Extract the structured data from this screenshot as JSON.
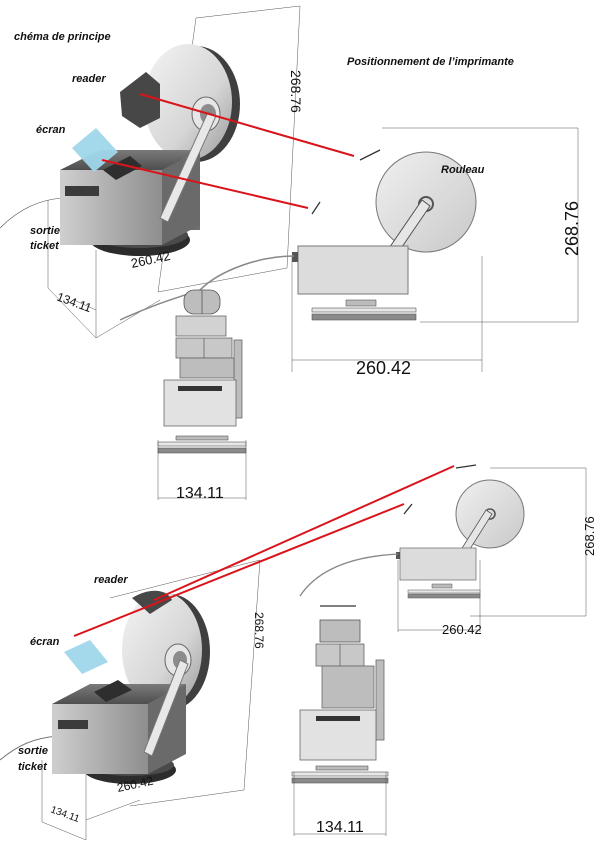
{
  "labels": {
    "schema_title": "chéma de principe",
    "positioning_title": "Positionnement de l’imprimante",
    "reader_top": "reader",
    "ecran_top": "écran",
    "sortie_top_1": "sortie",
    "sortie_top_2": "ticket",
    "rouleau": "Rouleau",
    "reader_bottom": "reader",
    "ecran_bottom": "écran",
    "sortie_bottom_1": "sortie",
    "sortie_bottom_2": "ticket"
  },
  "dimensions": {
    "height": "268.76",
    "width": "260.42",
    "depth": "134.11"
  },
  "colors": {
    "leader_line": "#d9141b",
    "screen": "#9fd6ea",
    "drum_light": "#f0f0f0",
    "drum_dark": "#4a4a4a",
    "box_light": "#d8d8d8",
    "box_dark": "#5a5a5a",
    "base": "#333333"
  }
}
